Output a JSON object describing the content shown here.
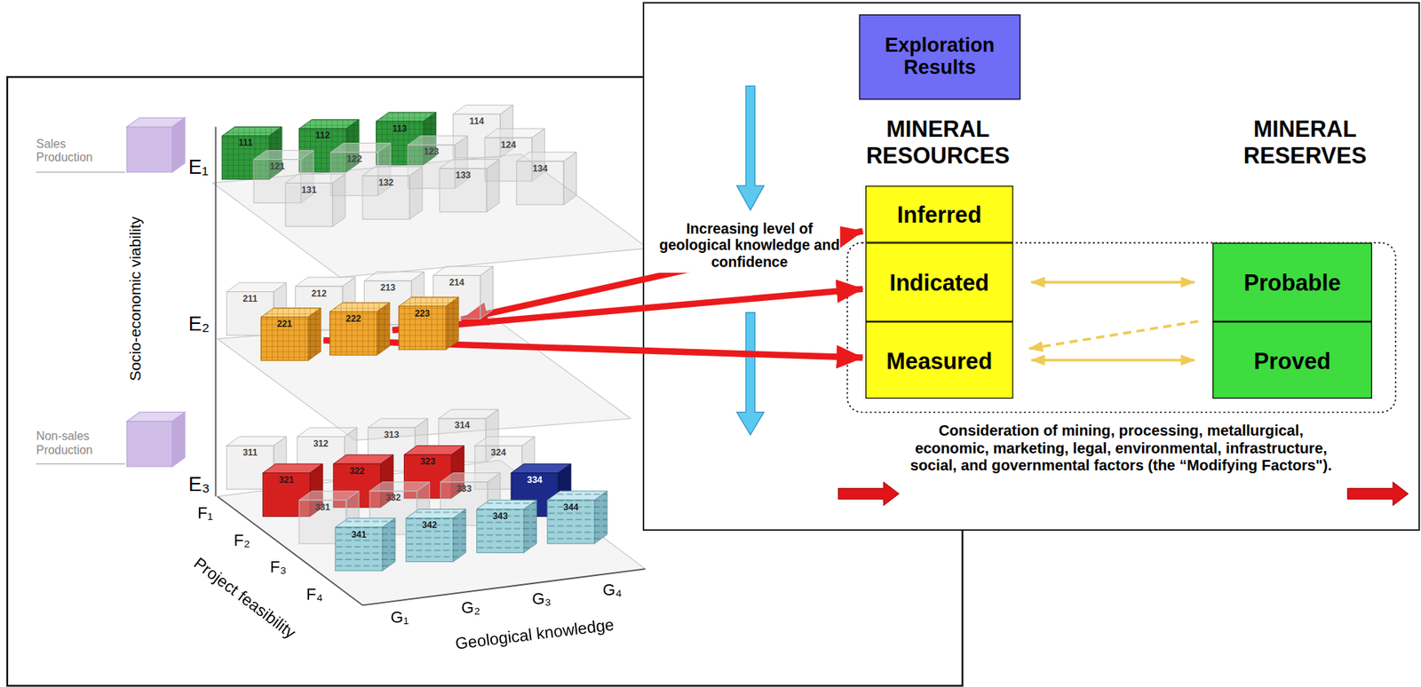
{
  "diagram": {
    "nodes": [
      {
        "text": [
          "111"
        ]
      },
      {
        "text": [
          "112"
        ]
      },
      {
        "text": [
          "113"
        ]
      },
      {
        "text": [
          "114"
        ]
      },
      {
        "text": [
          "121"
        ]
      },
      {
        "text": [
          "122"
        ]
      },
      {
        "text": [
          "123"
        ]
      },
      {
        "text": [
          "124"
        ]
      },
      {
        "text": [
          "131"
        ]
      },
      {
        "text": [
          "132"
        ]
      },
      {
        "text": [
          "133"
        ]
      },
      {
        "text": [
          "134"
        ]
      },
      {
        "text": [
          "211"
        ]
      },
      {
        "text": [
          "212"
        ]
      },
      {
        "text": [
          "213"
        ]
      },
      {
        "text": [
          "214"
        ]
      },
      {
        "text": [
          "221"
        ]
      },
      {
        "text": [
          "222"
        ]
      },
      {
        "text": [
          "223"
        ]
      },
      {
        "text": [
          "311"
        ]
      },
      {
        "text": [
          "312"
        ]
      },
      {
        "text": [
          "313"
        ]
      },
      {
        "text": [
          "314"
        ]
      },
      {
        "text": [
          "321"
        ]
      },
      {
        "text": [
          "322"
        ]
      },
      {
        "text": [
          "323"
        ]
      },
      {
        "text": [
          "324"
        ]
      },
      {
        "text": [
          "331"
        ]
      },
      {
        "text": [
          "332"
        ]
      },
      {
        "text": [
          "333"
        ]
      },
      {
        "text": [
          "334"
        ]
      },
      {
        "text": [
          "341"
        ]
      },
      {
        "text": [
          "342"
        ]
      },
      {
        "text": [
          "343"
        ]
      },
      {
        "text": [
          "344"
        ]
      },
      {
        "text": [
          "Exploration Results"
        ]
      },
      {
        "text": [
          "Inferred"
        ]
      },
      {
        "text": [
          "Indicated"
        ]
      },
      {
        "text": [
          "Measured"
        ]
      },
      {
        "text": [
          "Probable"
        ]
      },
      {
        "text": [
          "Proved"
        ]
      }
    ],
    "edges": [
      {
        "from": 16,
        "to": 38,
        "arrow": "both"
      },
      {
        "from": 17,
        "to": 37,
        "arrow": "both"
      },
      {
        "from": 18,
        "to": 36,
        "arrow": "both"
      },
      {
        "from": 37,
        "to": 39,
        "arrow": "both"
      },
      {
        "from": 38,
        "to": 40,
        "arrow": "both"
      },
      {
        "from": 39,
        "to": 38,
        "arrow": "to"
      }
    ],
    "labels": [
      "Sales Production",
      "E₁",
      "Socio-economic viability",
      "E₂",
      "Non-sales Production",
      "E₃",
      "F₁",
      "F₂",
      "F₃",
      "F₄",
      "Project feasibility",
      "G₁",
      "G₂",
      "G₃",
      "G₄",
      "Geological knowledge",
      "MINERAL RESOURCES",
      "MINERAL RESERVES",
      "Increasing level of geological knowledge and confidence",
      "Consideration of mining, processing, metallurgical, economic, marketing, legal, environmental, infrastructure, social, and governmental factors (the “Modifying Factors\")."
    ]
  }
}
